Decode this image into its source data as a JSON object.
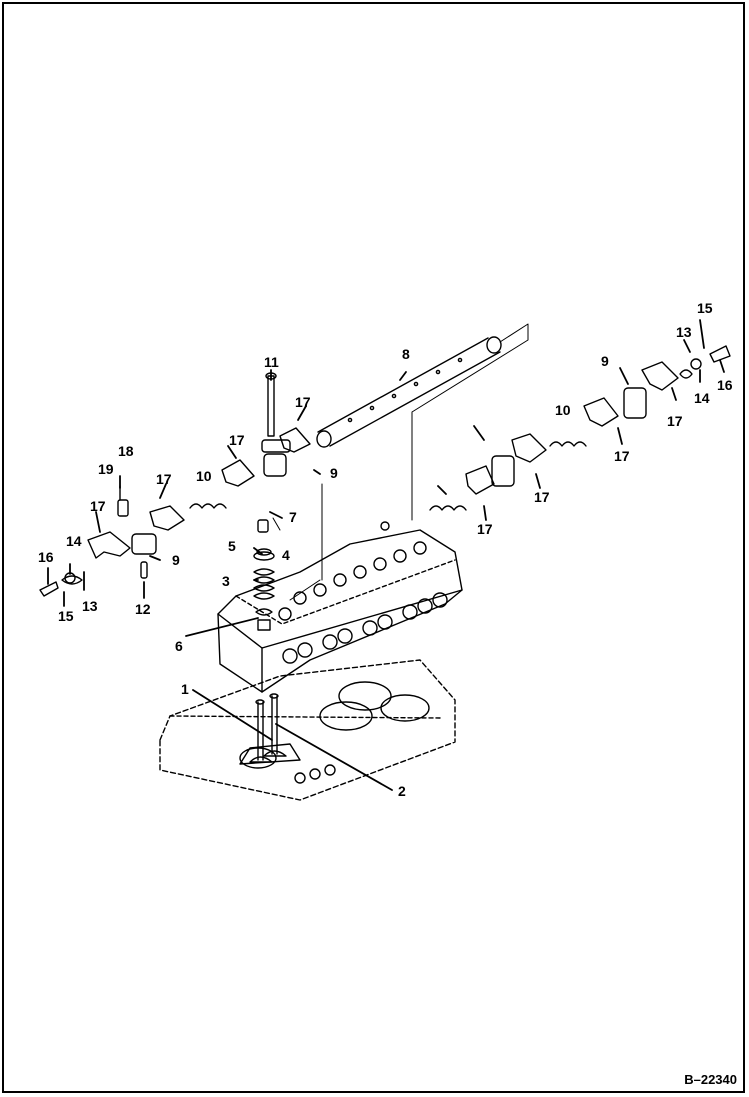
{
  "figure_id": "B–22340",
  "callouts": {
    "c1": "1",
    "c2": "2",
    "c3": "3",
    "c4": "4",
    "c5": "5",
    "c6": "6",
    "c7": "7",
    "c8": "8",
    "c9a": "9",
    "c9b": "9",
    "c9c": "9",
    "c10a": "10",
    "c10b": "10",
    "c11": "11",
    "c12": "12",
    "c13a": "13",
    "c13b": "13",
    "c14a": "14",
    "c14b": "14",
    "c15a": "15",
    "c15b": "15",
    "c16a": "16",
    "c16b": "16",
    "c17a": "17",
    "c17b": "17",
    "c17c": "17",
    "c17d": "17",
    "c17e": "17",
    "c17f": "17",
    "c17g": "17",
    "c17h": "17",
    "c18": "18",
    "c19": "19"
  }
}
